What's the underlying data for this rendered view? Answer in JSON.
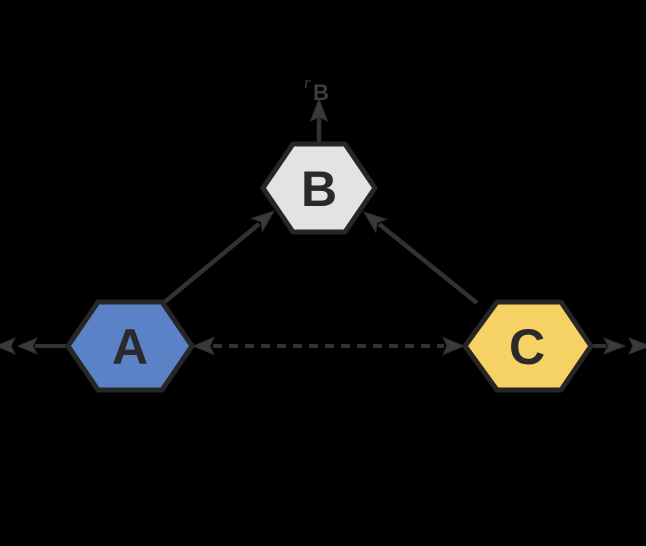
{
  "background_color": "#000000",
  "diagram": {
    "type": "network-diagram",
    "description": "Three hexagonal nodes A, B, C connected by arrows on a transparent/black background",
    "node_border_color": "#262626",
    "node_label_color": "#2a2a2a",
    "arrow_color": "#3a3a3a",
    "nodes": [
      {
        "id": "A",
        "label": "A",
        "fill": "#5b82c6",
        "shape": "hexagon"
      },
      {
        "id": "B",
        "label": "B",
        "fill": "#e3e3e1",
        "shape": "hexagon"
      },
      {
        "id": "C",
        "label": "C",
        "fill": "#f6d264",
        "shape": "hexagon"
      }
    ],
    "edges": [
      {
        "from": "A",
        "to": "B",
        "style": "solid",
        "direction": "one-way"
      },
      {
        "from": "C",
        "to": "B",
        "style": "solid",
        "direction": "one-way"
      },
      {
        "from": "A",
        "to": "C",
        "style": "dashed",
        "direction": "two-way"
      },
      {
        "from": "A",
        "to": "off-canvas-left",
        "style": "solid",
        "direction": "one-way",
        "arrowheads": "double"
      },
      {
        "from": "C",
        "to": "off-canvas-right",
        "style": "solid",
        "direction": "one-way",
        "arrowheads": "double"
      },
      {
        "from": "B",
        "to": "off-canvas-top",
        "style": "solid",
        "direction": "one-way",
        "label": "rB"
      }
    ],
    "edge_labels": {
      "rate_b": {
        "base": "r",
        "sub": "B"
      }
    }
  }
}
